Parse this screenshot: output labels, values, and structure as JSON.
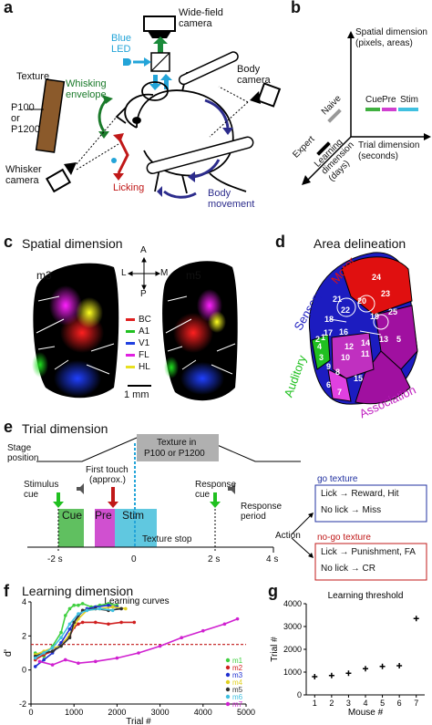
{
  "panels": {
    "a": {
      "label": "a",
      "widefield_camera": "Wide-field camera",
      "blue_led": "Blue LED",
      "texture": "Texture",
      "p100_or": "P100 or",
      "p1200": "P1200",
      "whisking_envelope": "Whisking envelope",
      "body_camera": "Body camera",
      "whisker_camera": "Whisker camera",
      "licking": "Licking",
      "body_movement": "Body movement"
    },
    "b": {
      "label": "b",
      "spatial_dimension": "Spatial dimension",
      "pixels_areas": "(pixels, areas)",
      "naive": "Naive",
      "cue": "Cue",
      "pre": "Pre",
      "stim": "Stim",
      "trial_dimension": "Trial dimension",
      "seconds": "(seconds)",
      "expert": "Expert",
      "learning_dimension": "Learning dimension (days)"
    },
    "c": {
      "label": "c",
      "title": "Spatial dimension",
      "mouse_left": "m3",
      "mouse_right": "m5",
      "compass": {
        "a": "A",
        "p": "P",
        "l": "L",
        "m": "M"
      },
      "legend": [
        {
          "name": "BC",
          "color": "#e02020"
        },
        {
          "name": "A1",
          "color": "#20c020"
        },
        {
          "name": "V1",
          "color": "#2040e0"
        },
        {
          "name": "FL",
          "color": "#e020e0"
        },
        {
          "name": "HL",
          "color": "#e8e020"
        }
      ],
      "scale_bar": "1 mm"
    },
    "d": {
      "label": "d",
      "title": "Area delineation",
      "motor": "Motor",
      "sensory": "Sensory",
      "auditory": "Auditory",
      "association": "Association",
      "area_numbers": [
        "24",
        "23",
        "25",
        "21",
        "22",
        "20",
        "19",
        "18",
        "17",
        "16",
        "14",
        "13",
        "12",
        "11",
        "10",
        "9",
        "8",
        "15",
        "7",
        "6",
        "5",
        "4",
        "3",
        "2",
        "1"
      ]
    },
    "e": {
      "label": "e",
      "title": "Trial dimension",
      "stage_position": "Stage position",
      "texture_in": "Texture in",
      "texture_p": "P100 or P1200",
      "stimulus_cue": "Stimulus cue",
      "first_touch": "First touch",
      "approx": "(approx.)",
      "response_cue": "Response cue",
      "response_period": "Response period",
      "cue": "Cue",
      "pre": "Pre",
      "stim": "Stim",
      "texture_stop": "Texture stop",
      "action": "Action",
      "go_texture": "go texture",
      "lick_reward": "Lick → Reward, Hit",
      "nolick_miss": "No lick → Miss",
      "nogo_texture": "no-go texture",
      "lick_punish": "Lick → Punishment, FA",
      "nolick_cr": "No lick → CR",
      "ticks": [
        "-2 s",
        "0",
        "2 s",
        "4 s"
      ]
    },
    "f": {
      "label": "f",
      "title": "Learning dimension"
    },
    "g": {
      "label": "g"
    }
  },
  "chart_data": [
    {
      "type": "scatter",
      "title": "Learning curves",
      "xlabel": "Trial #",
      "ylabel": "d'",
      "xlim": [
        0,
        5000
      ],
      "ylim": [
        -2,
        4
      ],
      "xticks": [
        "0",
        "1000",
        "2000",
        "3000",
        "4000",
        "5000"
      ],
      "yticks": [
        "-2",
        "0",
        "2",
        "4"
      ],
      "threshold": 1.5,
      "series": [
        {
          "name": "m1",
          "color": "#40d040",
          "x": [
            100,
            300,
            500,
            700,
            800,
            900,
            1000,
            1100,
            1200,
            1400,
            1600,
            1800,
            2000
          ],
          "y": [
            1.0,
            0.8,
            1.4,
            2.2,
            3.2,
            3.6,
            3.8,
            3.8,
            3.9,
            3.7,
            3.8,
            3.9,
            3.8
          ]
        },
        {
          "name": "m2",
          "color": "#d02020",
          "x": [
            100,
            300,
            500,
            700,
            900,
            1000,
            1100,
            1200,
            1500,
            1800,
            2100,
            2400
          ],
          "y": [
            0.6,
            0.9,
            1.1,
            1.5,
            2.0,
            2.5,
            2.7,
            2.8,
            2.8,
            2.7,
            2.8,
            2.8
          ]
        },
        {
          "name": "m3",
          "color": "#2030d0",
          "x": [
            100,
            300,
            500,
            700,
            900,
            1100,
            1300,
            1500,
            1800,
            2000
          ],
          "y": [
            0.2,
            0.6,
            1.0,
            1.6,
            2.4,
            3.2,
            3.6,
            3.7,
            3.8,
            3.7
          ]
        },
        {
          "name": "m4",
          "color": "#e0d020",
          "x": [
            100,
            300,
            500,
            700,
            900,
            1100,
            1300,
            1600,
            1900,
            2200
          ],
          "y": [
            0.9,
            1.1,
            1.3,
            1.4,
            2.1,
            3.0,
            3.5,
            3.6,
            3.7,
            3.6
          ]
        },
        {
          "name": "m5",
          "color": "#303030",
          "x": [
            100,
            300,
            500,
            700,
            900,
            1000,
            1200,
            1500,
            1800,
            2100
          ],
          "y": [
            0.8,
            1.0,
            1.1,
            1.4,
            1.9,
            2.8,
            3.5,
            3.6,
            3.5,
            3.6
          ]
        },
        {
          "name": "m6",
          "color": "#40c0e0",
          "x": [
            100,
            300,
            500,
            700,
            900,
            1100,
            1300,
            1600,
            1900
          ],
          "y": [
            0.7,
            1.0,
            1.3,
            1.9,
            2.7,
            3.3,
            3.5,
            3.6,
            3.5
          ]
        },
        {
          "name": "m7",
          "color": "#d020d0",
          "x": [
            200,
            500,
            800,
            1100,
            1500,
            2000,
            2500,
            3000,
            3500,
            4000,
            4500,
            4800
          ],
          "y": [
            0.5,
            0.3,
            0.6,
            0.4,
            0.5,
            0.7,
            1.0,
            1.4,
            1.9,
            2.3,
            2.7,
            3.0
          ]
        }
      ]
    },
    {
      "type": "scatter",
      "title": "Learning threshold",
      "xlabel": "Mouse #",
      "ylabel": "Trial #",
      "xlim": [
        0.5,
        7.5
      ],
      "ylim": [
        0,
        4000
      ],
      "xticks": [
        "1",
        "2",
        "3",
        "4",
        "5",
        "6",
        "7"
      ],
      "yticks": [
        "0",
        "1000",
        "2000",
        "3000",
        "4000"
      ],
      "x": [
        1,
        2,
        3,
        4,
        5,
        6,
        7
      ],
      "values": [
        800,
        850,
        950,
        1150,
        1250,
        1280,
        3350
      ]
    }
  ]
}
